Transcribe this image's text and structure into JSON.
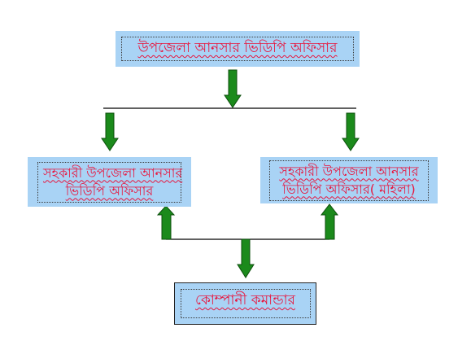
{
  "diagram": {
    "nodes": {
      "top": {
        "lines": [
          "উপজেলা আনসার ভিডিপি অফিসার"
        ]
      },
      "left": {
        "lines": [
          "সহকারী উপজেলা আনসার",
          "ভিডিপি অফিসার"
        ]
      },
      "right": {
        "lines": [
          "সহকারী উপজেলা আনসার",
          "ভিডিপি অফিসার( মহিলা)"
        ]
      },
      "bottom": {
        "lines": [
          "কোম্পানী কমান্ডার"
        ]
      }
    },
    "colors": {
      "box_fill": "#a9d3f5",
      "text": "#e8163e",
      "arrow": "#1b8a1b",
      "line": "#000000"
    }
  }
}
